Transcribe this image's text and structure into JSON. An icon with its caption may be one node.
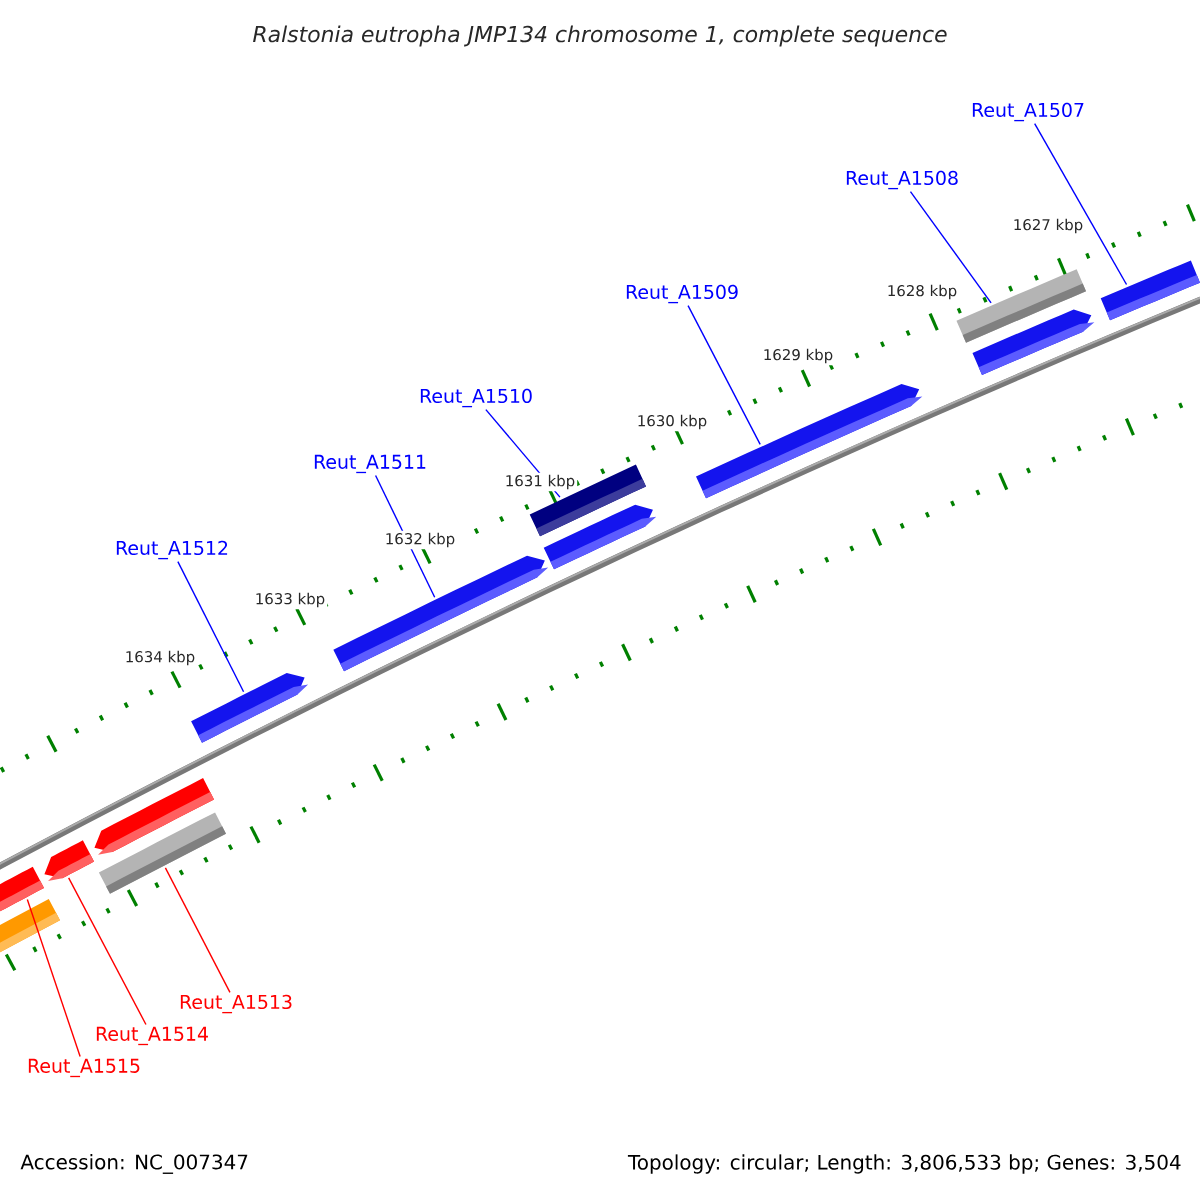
{
  "diagram": {
    "title": "Ralstonia eutropha JMP134 chromosome 1, complete sequence",
    "nodes": [
      {
        "text": [],
        "shape": "bar"
      },
      {
        "text": [],
        "shape": "bar"
      },
      {
        "text": [],
        "shape": "bar"
      },
      {
        "text": [],
        "shape": "bar"
      },
      {
        "text": [],
        "shape": "bar"
      },
      {
        "text": [],
        "shape": "bar"
      },
      {
        "text": [],
        "shape": "bar"
      },
      {
        "text": [],
        "shape": "bar"
      },
      {
        "text": [],
        "shape": "bar"
      },
      {
        "text": [],
        "shape": "bar"
      },
      {
        "text": [],
        "shape": "bar"
      },
      {
        "text": [],
        "shape": "bar"
      },
      {
        "text": [],
        "shape": "bar"
      },
      {
        "text": [
          "Reut_A1507"
        ]
      },
      {
        "text": [
          "Reut_A1508"
        ]
      },
      {
        "text": [
          "Reut_A1509"
        ]
      },
      {
        "text": [
          "Reut_A1510"
        ]
      },
      {
        "text": [
          "Reut_A1511"
        ]
      },
      {
        "text": [
          "Reut_A1512"
        ]
      },
      {
        "text": [
          "Reut_A1513"
        ]
      },
      {
        "text": [
          "Reut_A1514"
        ]
      },
      {
        "text": [
          "Reut_A1515"
        ]
      }
    ],
    "edges": [
      {
        "from": 13,
        "to": 12,
        "arrow": "none"
      },
      {
        "from": 14,
        "to": 10,
        "arrow": "none"
      },
      {
        "from": 15,
        "to": 9,
        "arrow": "none"
      },
      {
        "from": 16,
        "to": 7,
        "arrow": "none"
      },
      {
        "from": 17,
        "to": 6,
        "arrow": "none"
      },
      {
        "from": 18,
        "to": 5,
        "arrow": "none"
      },
      {
        "from": 19,
        "to": 4,
        "arrow": "none",
        "color": "#ff0000"
      },
      {
        "from": 20,
        "to": 2,
        "arrow": "none",
        "color": "#ff0000"
      },
      {
        "from": 21,
        "to": 0,
        "arrow": "none",
        "color": "#ff0000"
      }
    ],
    "labels": [
      "1627 kbp",
      "1628 kbp",
      "1629 kbp",
      "1630 kbp",
      "1631 kbp",
      "1632 kbp",
      "1633 kbp",
      "1634 kbp",
      "Accession: NC_007347",
      "Topology: circular; Length: 3,806,533 bp; Genes: 3,504"
    ]
  }
}
